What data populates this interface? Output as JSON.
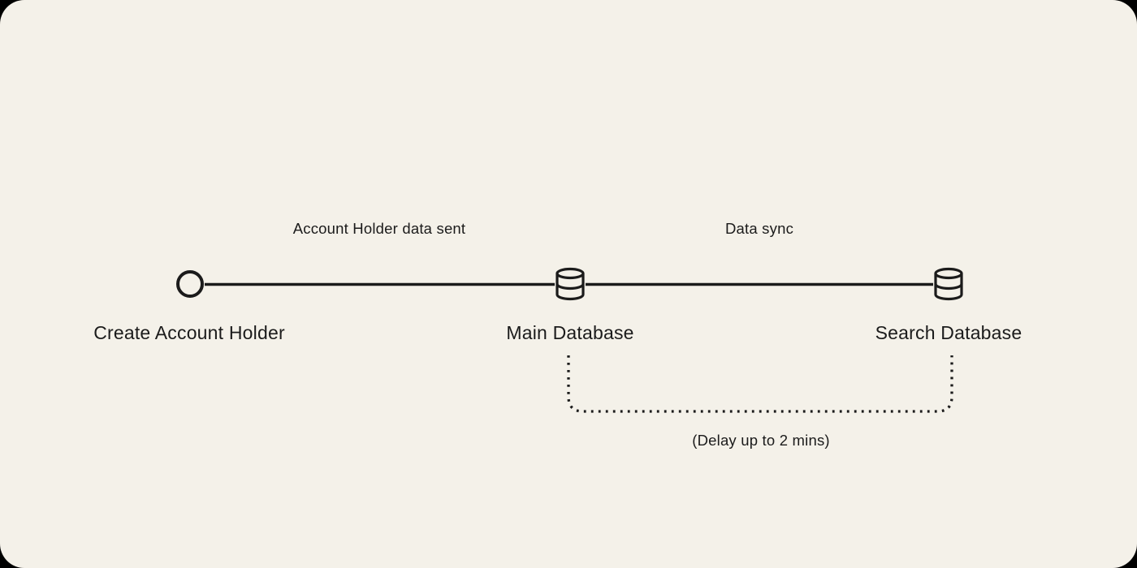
{
  "diagram": {
    "colors": {
      "page_background": "#000000",
      "canvas_background": "#f4f1e9",
      "ink": "#1b1b1b"
    },
    "nodes": [
      {
        "label": "Create Account Holder",
        "icon": "circle-icon"
      },
      {
        "label": "Main Database",
        "icon": "database-icon"
      },
      {
        "label": "Search Database",
        "icon": "database-icon"
      }
    ],
    "edges": [
      {
        "label": "Account Holder data sent",
        "from": "Create Account Holder",
        "to": "Main Database",
        "style": "solid"
      },
      {
        "label": "Data sync",
        "from": "Main Database",
        "to": "Search Database",
        "style": "solid"
      }
    ],
    "annotation": {
      "label": "(Delay up to 2 mins)",
      "from": "Main Database",
      "to": "Search Database",
      "style": "dotted-bracket"
    }
  }
}
